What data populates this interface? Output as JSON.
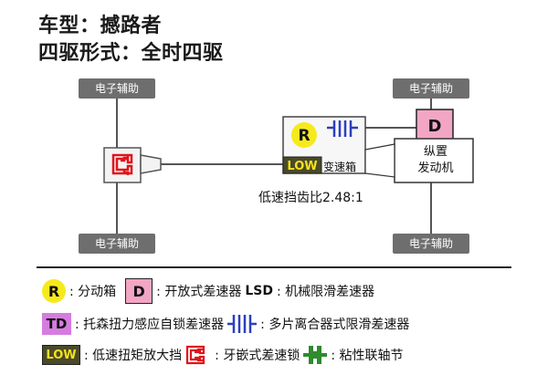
{
  "header": {
    "model_line": "车型：撼路者",
    "drive_line": "四驱形式：全时四驱"
  },
  "diagram": {
    "wheel_label": "电子辅助",
    "center_diff_badge": "R",
    "front_diff_badge": "D",
    "low_badge": "LOW",
    "transmission_label": "变速箱",
    "engine_label_line1": "纵置",
    "engine_label_line2": "发动机",
    "low_ratio_label": "低速挡齿比2.48:1"
  },
  "legend": {
    "r_symbol": "R",
    "r_text": ": 分动箱",
    "d_symbol": "D",
    "d_text": ": 开放式差速器",
    "lsd_symbol": "LSD",
    "lsd_text": ": 机械限滑差速器",
    "td_symbol": "TD",
    "td_text": ": 托森扭力感应自锁差速器",
    "multiplate_text": ": 多片离合器式限滑差速器",
    "low_symbol": "LOW",
    "low_text": ": 低速扭矩放大挡",
    "locking_text": ": 牙嵌式差速锁",
    "viscous_text": ": 粘性联轴节"
  },
  "colors": {
    "badge_yellow": "#f6ea1d",
    "badge_pink": "#f2a6c4",
    "badge_purple": "#d67ce0",
    "lock_red": "#e0141c",
    "multiplate_blue": "#2b3fbf",
    "viscous_green": "#2e8b2e",
    "wheel_gray": "#6e6e6e"
  }
}
